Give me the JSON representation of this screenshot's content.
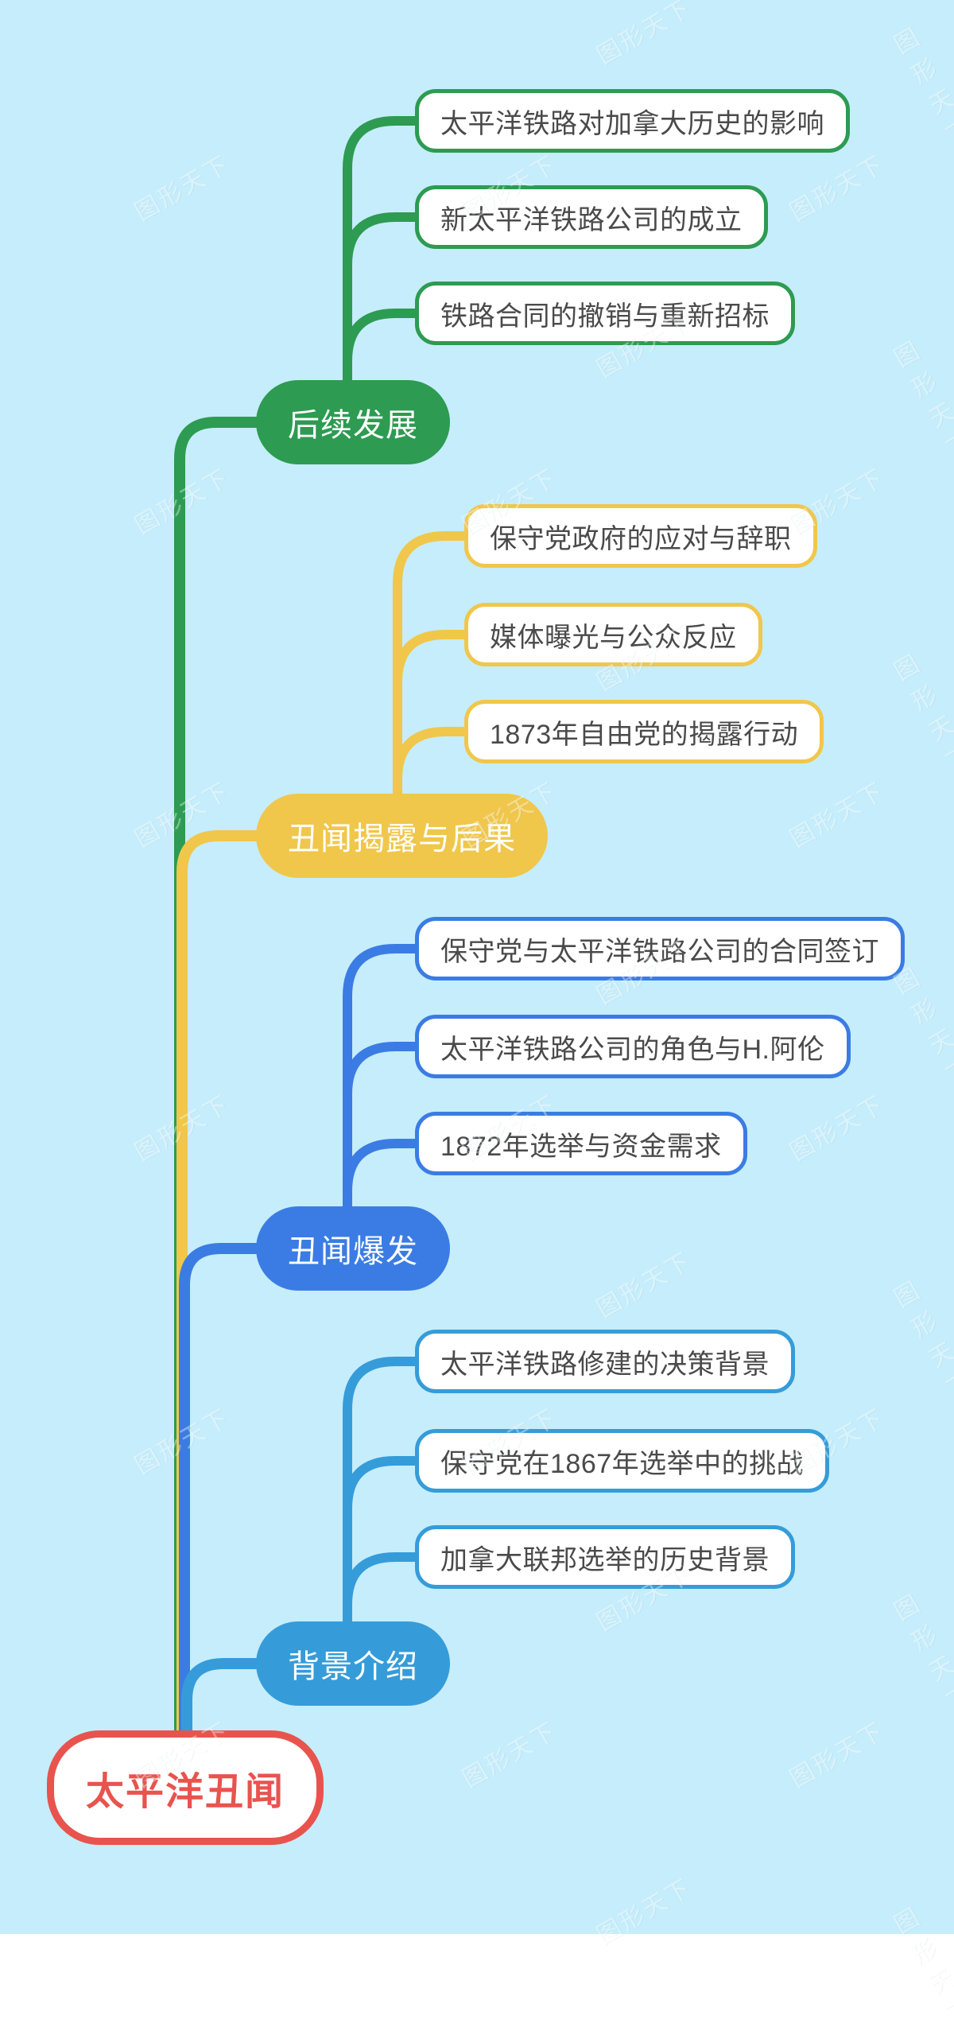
{
  "canvas": {
    "background_color": "#c6edfb",
    "watermark_text": "图形天下"
  },
  "root": {
    "label": "太平洋丑闻",
    "color": "#e9534e"
  },
  "child_text_color": "#4a4a4a",
  "branches": [
    {
      "label": "背景介绍",
      "color": "#359cd9",
      "children": [
        "太平洋铁路修建的决策背景",
        "保守党在1867年选举中的挑战",
        "加拿大联邦选举的历史背景"
      ]
    },
    {
      "label": "丑闻爆发",
      "color": "#3b7ce4",
      "children": [
        "保守党与太平洋铁路公司的合同签订",
        "太平洋铁路公司的角色与H.阿伦",
        "1872年选举与资金需求"
      ]
    },
    {
      "label": "丑闻揭露与后果",
      "color": "#f0c74b",
      "children": [
        "保守党政府的应对与辞职",
        "媒体曝光与公众反应",
        "1873年自由党的揭露行动"
      ]
    },
    {
      "label": "后续发展",
      "color": "#2d9b51",
      "children": [
        "太平洋铁路对加拿大历史的影响",
        "新太平洋铁路公司的成立",
        "铁路合同的撤销与重新招标"
      ]
    }
  ]
}
